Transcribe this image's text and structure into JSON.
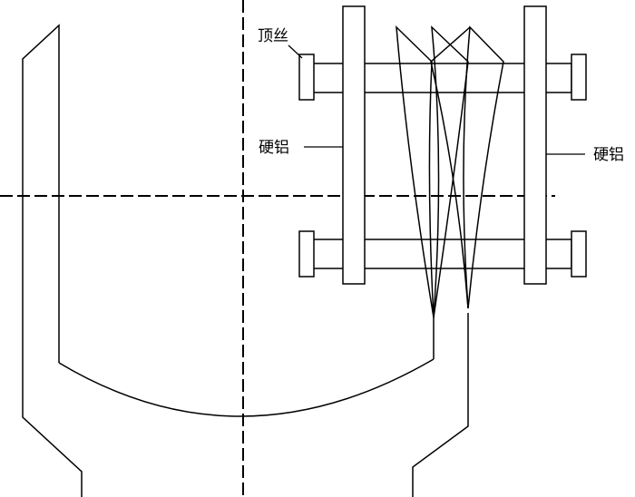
{
  "labels": {
    "set_screw": "顶丝",
    "hard_aluminum_left": "硬铝",
    "hard_aluminum_right": "硬铝"
  },
  "colors": {
    "stroke": "#000000",
    "background": "#ffffff"
  }
}
